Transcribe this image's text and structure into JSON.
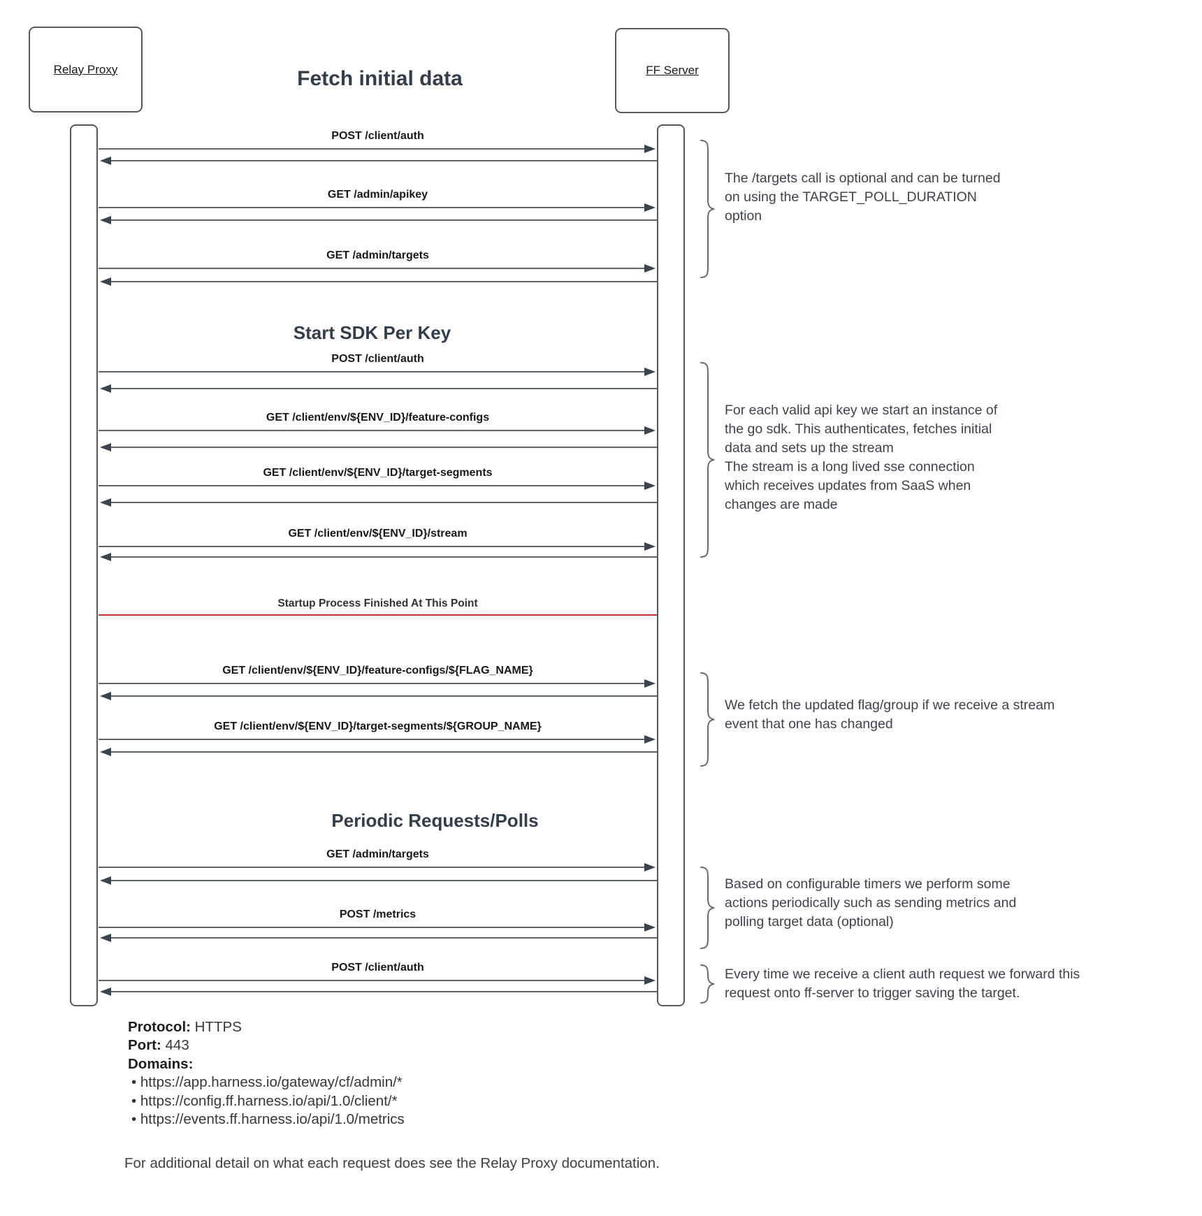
{
  "diagram": {
    "actors": [
      {
        "label": "Relay Proxy"
      },
      {
        "label": "FF Server"
      }
    ],
    "sections": {
      "fetch_initial_data": "Fetch initial data",
      "start_sdk_per_key": "Start SDK Per Key",
      "periodic_requests": "Periodic Requests/Polls"
    },
    "messages": [
      "POST /client/auth",
      "GET /admin/apikey",
      "GET /admin/targets",
      "POST /client/auth",
      "GET /client/env/${ENV_ID}/feature-configs",
      "GET /client/env/${ENV_ID}/target-segments",
      "GET /client/env/${ENV_ID}/stream",
      "GET /client/env/${ENV_ID}/feature-configs/${FLAG_NAME}",
      "GET /client/env/${ENV_ID}/target-segments/${GROUP_NAME}",
      "GET /admin/targets",
      "POST /metrics",
      "POST /client/auth"
    ],
    "divider_label": "Startup Process Finished At This Point",
    "annotations": [
      {
        "lines": [
          "The /targets call is optional and can be turned",
          "on using the TARGET_POLL_DURATION",
          "option"
        ]
      },
      {
        "lines": [
          "For each valid api key we start an instance of",
          "the go sdk. This authenticates, fetches initial",
          "data and sets up the stream",
          "The stream is a long lived sse connection",
          "which receives updates from SaaS when",
          "changes are made"
        ]
      },
      {
        "lines": [
          "We fetch the updated flag/group if we receive a stream",
          "event that one has changed"
        ]
      },
      {
        "lines": [
          "Based on configurable timers we perform some",
          "actions periodically such as sending metrics and",
          "polling target data (optional)"
        ]
      },
      {
        "lines": [
          "Every time we receive a client auth request we forward this",
          "request onto ff-server to trigger saving the target."
        ]
      }
    ]
  },
  "footer": {
    "protocol_label": "Protocol:",
    "protocol_value": "HTTPS",
    "port_label": "Port:",
    "port_value": "443",
    "domains_label": "Domains:",
    "domains": [
      "https://app.harness.io/gateway/cf/admin/*",
      "https://config.ff.harness.io/api/1.0/client/*",
      "https://events.ff.harness.io/api/1.0/metrics"
    ],
    "note": "For additional detail on what each request does see the Relay Proxy documentation."
  },
  "colors": {
    "divider_red": "#c4312e",
    "line_gray": "#5e6368",
    "arrowhead_dark": "#3b434c",
    "heading_slate": "#333e4a"
  }
}
